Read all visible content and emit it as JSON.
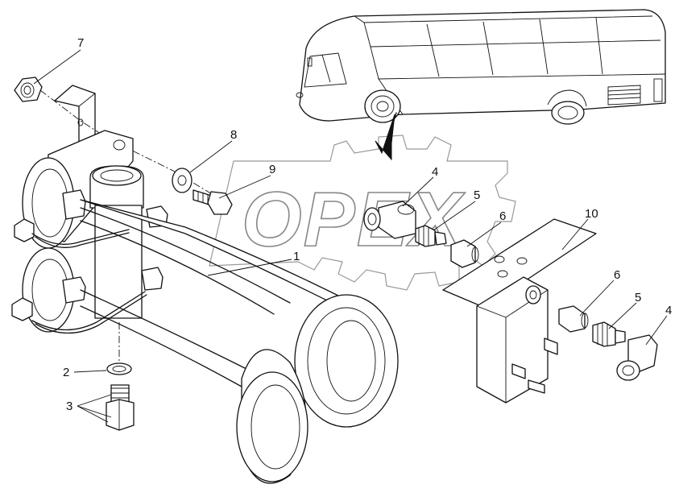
{
  "watermark": {
    "text": "OPEX"
  },
  "callouts": [
    {
      "id": "1",
      "label": "1"
    },
    {
      "id": "2",
      "label": "2"
    },
    {
      "id": "3",
      "label": "3"
    },
    {
      "id": "4a",
      "label": "4"
    },
    {
      "id": "4b",
      "label": "4"
    },
    {
      "id": "5a",
      "label": "5"
    },
    {
      "id": "5b",
      "label": "5"
    },
    {
      "id": "6a",
      "label": "6"
    },
    {
      "id": "6b",
      "label": "6"
    },
    {
      "id": "7",
      "label": "7"
    },
    {
      "id": "8",
      "label": "8"
    },
    {
      "id": "9",
      "label": "9"
    },
    {
      "id": "10",
      "label": "10"
    }
  ]
}
